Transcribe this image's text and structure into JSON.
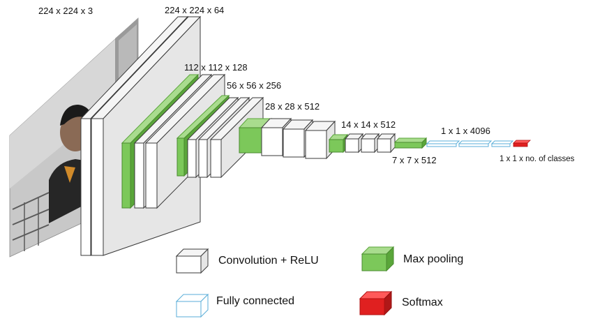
{
  "dimension_labels": {
    "input": "224 x 224 x 3",
    "block1": "224 x 224 x 64",
    "block2": "112 x 112 x 128",
    "block3": "56 x 56 x 256",
    "block4": "28 x 28 x 512",
    "block5": "14 x 14 x 512",
    "pool5": "7 x 7 x 512",
    "fc": "1 x 1 x 4096",
    "output": "1 x 1 x no. of classes"
  },
  "legend": {
    "conv": "Convolution + ReLU",
    "pool": "Max pooling",
    "fc": "Fully connected",
    "softmax": "Softmax"
  },
  "colors": {
    "conv_face": "#ffffff",
    "conv_side": "#e2e2e2",
    "conv_stroke": "#3a3a3a",
    "pool_face": "#7cc85a",
    "pool_side": "#5aa63a",
    "pool_top": "#a9dc8e",
    "fc_stroke": "#5aaed8",
    "softmax": "#e02020"
  }
}
